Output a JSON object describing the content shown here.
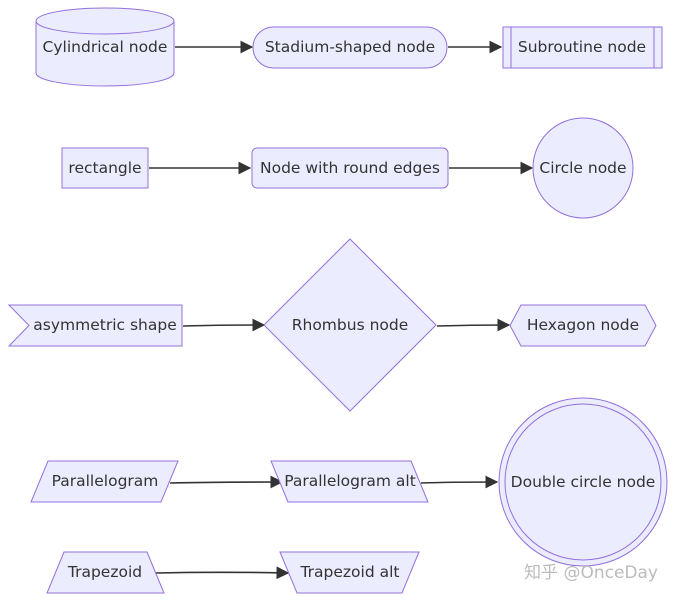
{
  "nodes": {
    "cylindrical": "Cylindrical node",
    "stadium": "Stadium-shaped node",
    "subroutine": "Subroutine node",
    "rectangle": "rectangle",
    "round_edges": "Node with round edges",
    "circle": "Circle node",
    "asymmetric": "asymmetric shape",
    "rhombus": "Rhombus node",
    "hexagon": "Hexagon node",
    "parallelogram": "Parallelogram",
    "parallelogram_alt": "Parallelogram alt",
    "double_circle": "Double circle node",
    "trapezoid": "Trapezoid",
    "trapezoid_alt": "Trapezoid alt"
  },
  "edges": [
    {
      "from": "cylindrical",
      "to": "stadium"
    },
    {
      "from": "stadium",
      "to": "subroutine"
    },
    {
      "from": "rectangle",
      "to": "round_edges"
    },
    {
      "from": "round_edges",
      "to": "circle"
    },
    {
      "from": "asymmetric",
      "to": "rhombus"
    },
    {
      "from": "rhombus",
      "to": "hexagon"
    },
    {
      "from": "parallelogram",
      "to": "parallelogram_alt"
    },
    {
      "from": "parallelogram_alt",
      "to": "double_circle"
    },
    {
      "from": "trapezoid",
      "to": "trapezoid_alt"
    }
  ],
  "colors": {
    "node_fill": "#ECECFF",
    "node_stroke": "#9370DB",
    "edge": "#333333",
    "text": "#333333"
  },
  "watermark": "知乎 @OnceDay"
}
